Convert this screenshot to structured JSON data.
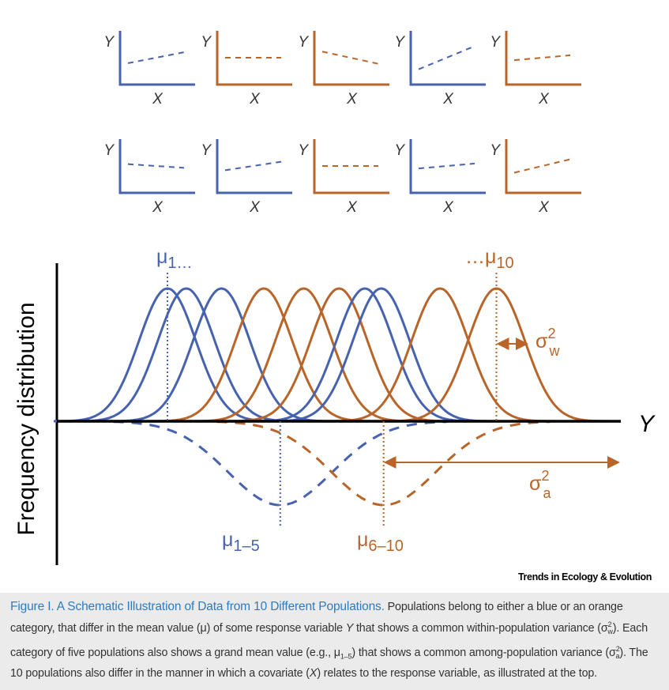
{
  "colors": {
    "blue": "#4763b0",
    "orange": "#b9652a",
    "axis": "#000000"
  },
  "mini_plots": {
    "x_label": "X",
    "y_label": "Y",
    "panels": [
      {
        "color": "blue",
        "slope": 0.45
      },
      {
        "color": "orange",
        "slope": 0.0
      },
      {
        "color": "orange",
        "slope": -0.5
      },
      {
        "color": "blue",
        "slope": 0.95
      },
      {
        "color": "orange",
        "slope": 0.2
      },
      {
        "color": "blue",
        "slope": -0.15
      },
      {
        "color": "blue",
        "slope": 0.35
      },
      {
        "color": "orange",
        "slope": 0.0
      },
      {
        "color": "blue",
        "slope": 0.2
      },
      {
        "color": "orange",
        "slope": 0.55
      }
    ]
  },
  "chart_data": {
    "type": "area",
    "ylabel": "Frequency distribution",
    "xlabel": "Y",
    "populations": [
      {
        "color": "blue",
        "mean": 0.0
      },
      {
        "color": "blue",
        "mean": 0.4
      },
      {
        "color": "blue",
        "mean": 1.15
      },
      {
        "color": "orange",
        "mean": 2.05
      },
      {
        "color": "orange",
        "mean": 2.9
      },
      {
        "color": "orange",
        "mean": 3.65
      },
      {
        "color": "blue",
        "mean": 4.2
      },
      {
        "color": "blue",
        "mean": 4.55
      },
      {
        "color": "orange",
        "mean": 5.8
      },
      {
        "color": "orange",
        "mean": 7.0
      }
    ],
    "grand_means": [
      {
        "color": "blue",
        "mean": 2.4
      },
      {
        "color": "orange",
        "mean": 4.6
      }
    ],
    "annotations": {
      "mu_first": "μ",
      "mu_first_sub": "1…",
      "mu_last": "…μ",
      "mu_last_sub": "10",
      "mu_group_blue": "μ",
      "mu_group_blue_sub": "1–5",
      "mu_group_orange": "μ",
      "mu_group_orange_sub": "6–10",
      "sigma_w": "σ",
      "sigma_w_sup": "2",
      "sigma_w_sub": "w",
      "sigma_a": "σ",
      "sigma_a_sup": "2",
      "sigma_a_sub": "a"
    }
  },
  "credit": "Trends in Ecology & Evolution",
  "caption": {
    "title": "Figure I. A Schematic Illustration of Data from 10 Different Populations.",
    "p1": " Populations belong to either a blue or an orange category, that differ in the mean value (μ) of some response variable ",
    "p1_y": "Y",
    "p2": " that shows a common within-population variance (σ",
    "p2_sup": "2",
    "p2_sub": "w",
    "p3": "). Each category of five populations also shows a grand mean value (e.g., μ",
    "p3_sub": "1–5",
    "p4": ") that shows a common among-population variance (σ",
    "p4_sup": "2",
    "p4_sub": "a",
    "p5": "). The 10 populations also differ in the manner in which a covariate (",
    "p5_x": "X",
    "p6": ") relates to the response variable, as illustrated at the top."
  }
}
